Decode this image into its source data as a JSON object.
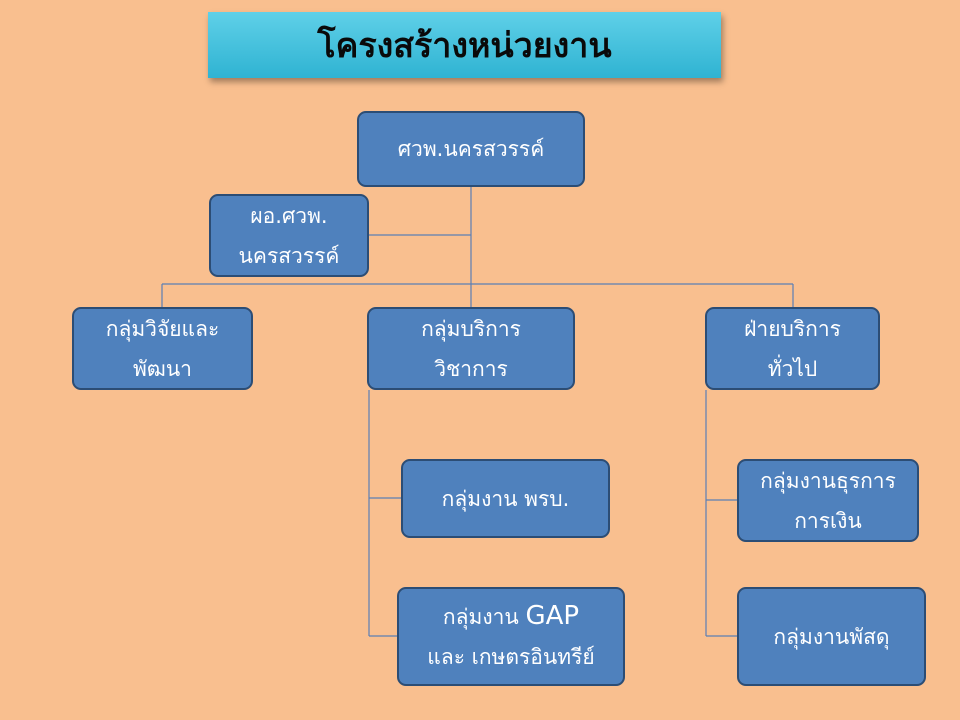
{
  "title": "โครงสร้างหน่วยงาน",
  "nodes": {
    "head": "ศวพ.นครสวรรค์",
    "deputy_line1": "ผอ.ศวพ.",
    "deputy_line2": "นครสวรรค์",
    "research_line1": "กลุ่มวิจัยและ",
    "research_line2": "พัฒนา",
    "academic_line1": "กลุ่มบริการ",
    "academic_line2": "วิชาการ",
    "general_line1": "ฝ่ายบริการ",
    "general_line2": "ทั่วไป",
    "pbs": "กลุ่มงาน พรบ.",
    "gap_prefix": "กลุ่มงาน ",
    "gap_abbr": "GAP",
    "gap_line2": "และ เกษตรอินทรีย์",
    "finance_line1": "กลุ่มงานธุรการ",
    "finance_line2": "การเงิน",
    "supplies": "กลุ่มงานพัสดุ"
  },
  "colors": {
    "background": "#f9bf8f",
    "box_fill": "#4f81bd",
    "box_border": "#2c4d75",
    "title_fill": "#3cc0dc",
    "connector": "#5b7fb5"
  }
}
